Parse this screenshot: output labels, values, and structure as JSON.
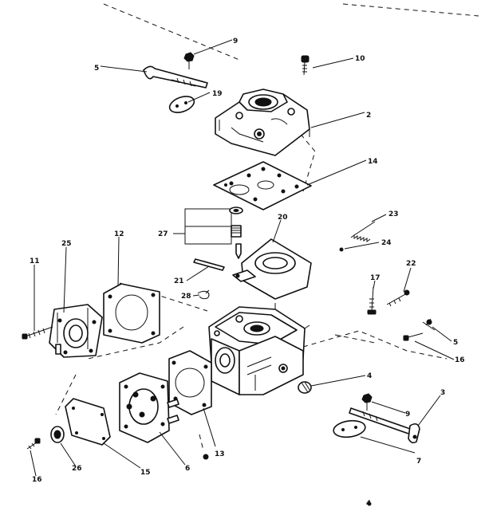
{
  "diagram": {
    "callouts": [
      {
        "id": "c9a",
        "label": "9"
      },
      {
        "id": "c10",
        "label": "10"
      },
      {
        "id": "c5a",
        "label": "5"
      },
      {
        "id": "c19",
        "label": "19"
      },
      {
        "id": "c2",
        "label": "2"
      },
      {
        "id": "c14",
        "label": "14"
      },
      {
        "id": "c20",
        "label": "20"
      },
      {
        "id": "c23",
        "label": "23"
      },
      {
        "id": "c27",
        "label": "27"
      },
      {
        "id": "c24",
        "label": "24"
      },
      {
        "id": "c25",
        "label": "25"
      },
      {
        "id": "c12",
        "label": "12"
      },
      {
        "id": "c11",
        "label": "11"
      },
      {
        "id": "c21",
        "label": "21"
      },
      {
        "id": "c22",
        "label": "22"
      },
      {
        "id": "c28",
        "label": "28"
      },
      {
        "id": "c17",
        "label": "17"
      },
      {
        "id": "c5b",
        "label": "5"
      },
      {
        "id": "c16a",
        "label": "16"
      },
      {
        "id": "c4",
        "label": "4"
      },
      {
        "id": "c3",
        "label": "3"
      },
      {
        "id": "c9b",
        "label": "9"
      },
      {
        "id": "c7",
        "label": "7"
      },
      {
        "id": "c13",
        "label": "13"
      },
      {
        "id": "c6",
        "label": "6"
      },
      {
        "id": "c26",
        "label": "26"
      },
      {
        "id": "c15",
        "label": "15"
      },
      {
        "id": "c16b",
        "label": "16"
      }
    ],
    "page_marker": "4"
  }
}
